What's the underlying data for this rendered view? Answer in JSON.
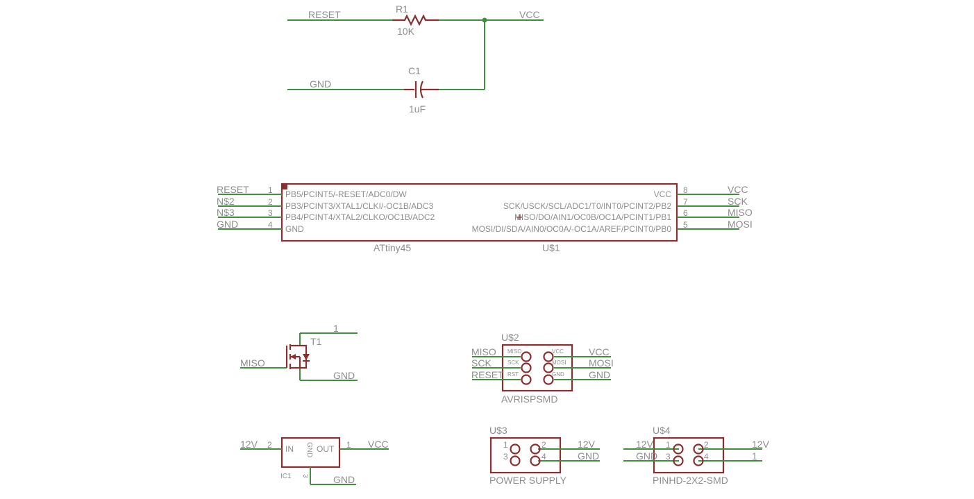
{
  "colors": {
    "wire": "#3f8f3f",
    "body": "#8a2f2f",
    "text": "#8e8e8e"
  },
  "top": {
    "net_reset": "RESET",
    "r1_name": "R1",
    "r1_value": "10K",
    "net_vcc": "VCC",
    "net_gnd": "GND",
    "c1_name": "C1",
    "c1_value": "1uF"
  },
  "mcu": {
    "name": "ATtiny45",
    "ref": "U$1",
    "left_pins": [
      {
        "num": "1",
        "func": "PB5/PCINT5/-RESET/ADC0/DW",
        "net": "RESET"
      },
      {
        "num": "2",
        "func": "PB3/PCINT3/XTAL1/CLKI/-OC1B/ADC3",
        "net": "N$2"
      },
      {
        "num": "3",
        "func": "PB4/PCINT4/XTAL2/CLKO/OC1B/ADC2",
        "net": "N$3"
      },
      {
        "num": "4",
        "func": "GND",
        "net": "GND"
      }
    ],
    "right_pins": [
      {
        "num": "8",
        "func": "VCC",
        "net": "VCC"
      },
      {
        "num": "7",
        "func": "SCK/USCK/SCL/ADC1/T0/INT0/PCINT2/PB2",
        "net": "SCK"
      },
      {
        "num": "6",
        "func": "MISO/DO/AIN1/OC0B/OC1A/PCINT1/PB1",
        "net": "MISO"
      },
      {
        "num": "5",
        "func": "MOSI/DI/SDA/AIN0/OC0A/-OC1A/AREF/PCINT0/PB0",
        "net": "MOSI"
      }
    ]
  },
  "t1": {
    "name": "T1",
    "net_gate": "MISO",
    "net_drain": "1",
    "net_source": "GND"
  },
  "u2": {
    "ref": "U$2",
    "name": "AVRISPSMD",
    "left_nets": [
      "MISO",
      "SCK",
      "RESET"
    ],
    "left_pins": [
      "MISO",
      "SCK",
      "RST"
    ],
    "right_pins": [
      "VCC",
      "MOSI",
      "GND"
    ],
    "right_nets": [
      "VCC",
      "MOSI",
      "GND"
    ]
  },
  "ic1": {
    "ref": "IC1",
    "pin_in": "IN",
    "pin_out": "OUT",
    "pin_gnd": "GND",
    "num_in": "2",
    "num_out": "1",
    "num_gnd": "3",
    "net_in": "12V",
    "net_out": "VCC",
    "net_gnd": "GND"
  },
  "u3": {
    "ref": "U$3",
    "name": "POWER SUPPLY",
    "pins": [
      "1",
      "2",
      "3",
      "4"
    ],
    "net_right_top": "12V",
    "net_right_bottom": "GND"
  },
  "u4": {
    "ref": "U$4",
    "name": "PINHD-2X2-SMD",
    "pins": [
      "1",
      "2",
      "3",
      "4"
    ],
    "net_left_top": "12V",
    "net_left_bottom": "GND",
    "net_right_top": "12V",
    "net_right_bottom": "1"
  }
}
